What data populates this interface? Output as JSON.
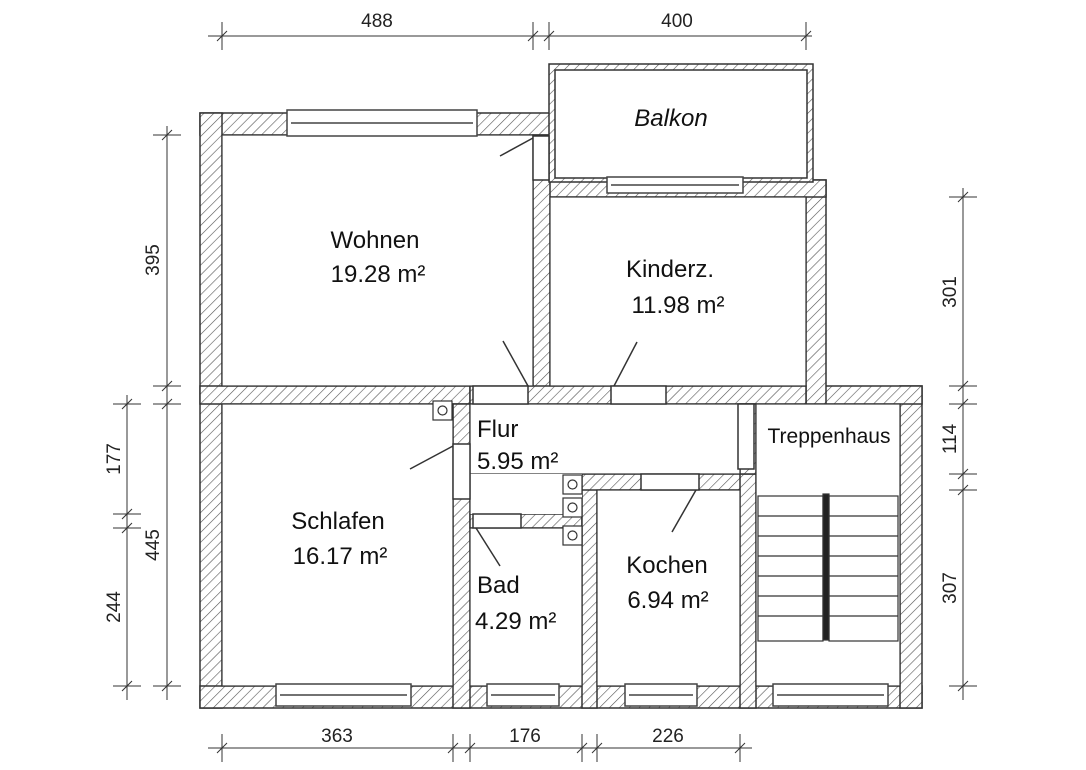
{
  "rooms": {
    "balkon": {
      "name": "Balkon"
    },
    "wohnen": {
      "name": "Wohnen",
      "area": "19.28 m²"
    },
    "kinderz": {
      "name": "Kinderz.",
      "area": "11.98 m²"
    },
    "flur": {
      "name": "Flur",
      "area": "5.95 m²"
    },
    "treppenhaus": {
      "name": "Treppenhaus"
    },
    "schlafen": {
      "name": "Schlafen",
      "area": "16.17 m²"
    },
    "bad": {
      "name": "Bad",
      "area": "4.29 m²"
    },
    "kochen": {
      "name": "Kochen",
      "area": "6.94 m²"
    }
  },
  "dimensions": {
    "top": [
      "488",
      "400"
    ],
    "bottom": [
      "363",
      "176",
      "226"
    ],
    "left_outer": [
      "395",
      "445"
    ],
    "left_inner": [
      "177",
      "244"
    ],
    "right": [
      "301",
      "114",
      "307"
    ]
  },
  "colors": {
    "wall_stroke": "#333333",
    "hatch": "#555555",
    "window": "#444444"
  }
}
